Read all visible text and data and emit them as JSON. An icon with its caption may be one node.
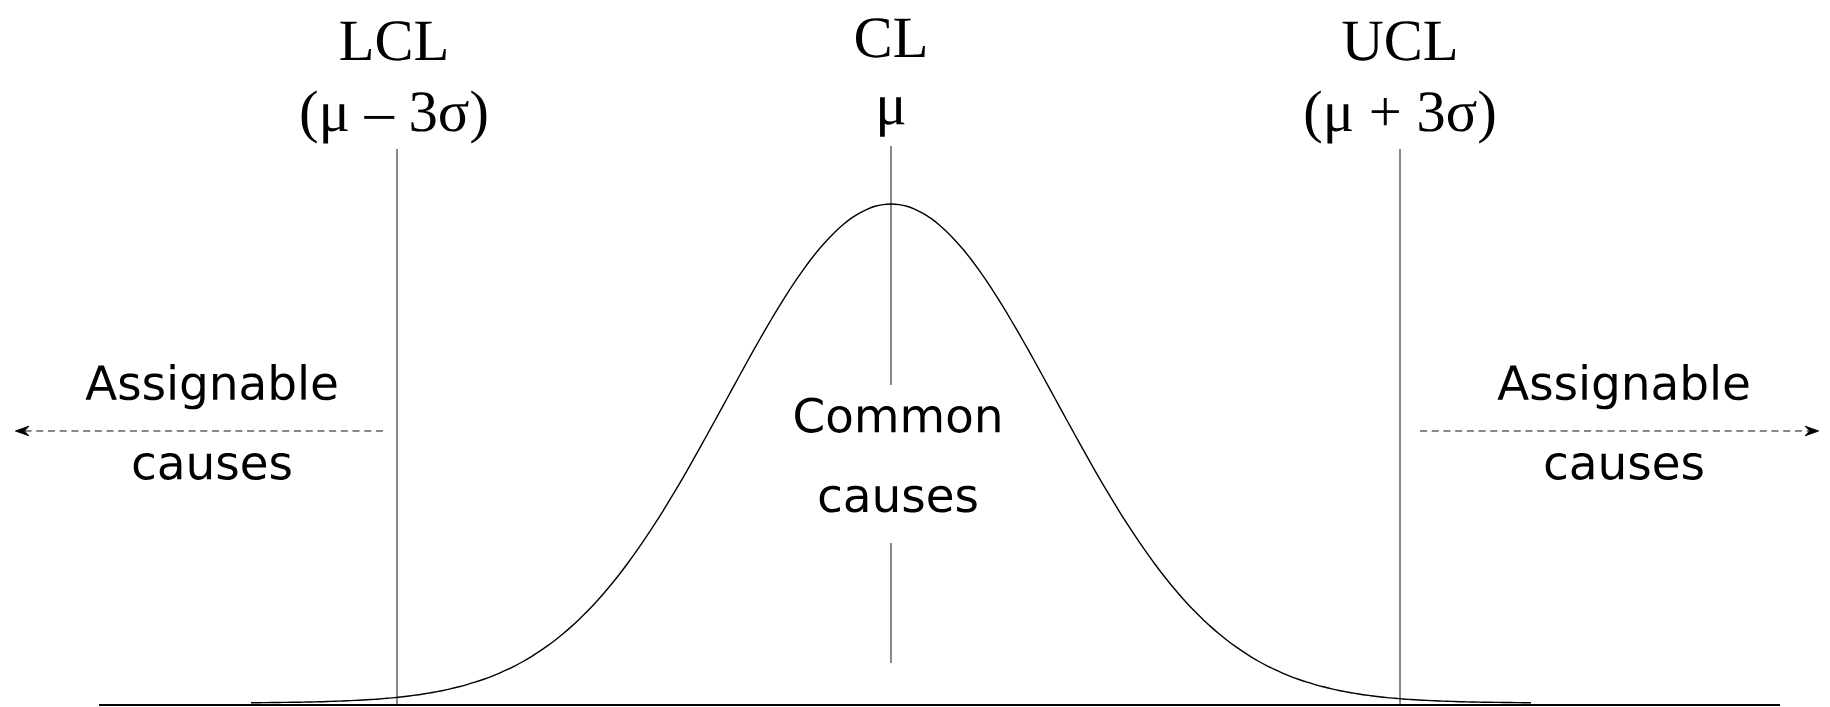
{
  "diagram": {
    "labels": [
      "LCL",
      "CL",
      "UCL",
      "(μ – 3σ)",
      "μ",
      "(μ + 3σ)",
      "Assignable causes",
      "Common causes",
      "Assignable causes"
    ]
  }
}
